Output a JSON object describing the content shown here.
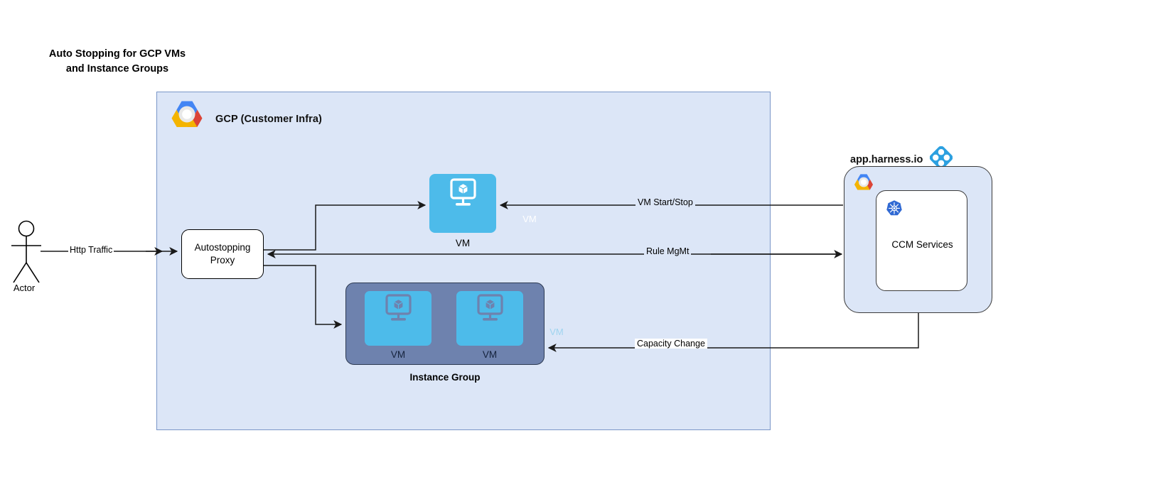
{
  "title": "Auto Stopping for GCP VMs\nand Instance Groups",
  "gcp_container": {
    "label": "GCP (Customer Infra)",
    "logo_icon": "gcp-logo-icon",
    "fill_color": "#dce6f7",
    "border_color": "#7a96c8"
  },
  "actor": {
    "label": "Actor",
    "icon": "stick-figure-actor-icon"
  },
  "proxy": {
    "label": "Autostopping\nProxy"
  },
  "vm_standalone": {
    "caption": "VM",
    "icon_label": "VM",
    "icon": "vm-monitor-cube-icon",
    "fill_color": "#4dbbea"
  },
  "instance_group": {
    "caption": "Instance Group",
    "fill_color": "#6e82ae",
    "border_color": "#2d3a52",
    "vms": [
      {
        "caption": "VM",
        "icon_label": "VM",
        "icon": "vm-monitor-cube-icon"
      },
      {
        "caption": "VM",
        "icon_label": "VM",
        "icon": "vm-monitor-cube-icon"
      }
    ]
  },
  "harness": {
    "title": "app.harness.io",
    "logo_icon": "harness-diamond-logo-icon",
    "gcp_logo_icon": "gcp-logo-icon",
    "panel_fill": "#dce6f7",
    "ccm": {
      "label": "CCM Services",
      "icon": "kubernetes-helm-icon"
    }
  },
  "edges": [
    {
      "name": "http-traffic",
      "label": "Http Traffic",
      "from": "actor",
      "to": "autostopping-proxy"
    },
    {
      "name": "vm-start-stop",
      "label": "VM Start/Stop",
      "from": "harness",
      "to": "vm-standalone"
    },
    {
      "name": "rule-mgmt",
      "label": "Rule MgMt",
      "from": "autostopping-proxy",
      "to": "harness"
    },
    {
      "name": "capacity-change",
      "label": "Capacity Change",
      "from": "harness",
      "to": "instance-group"
    },
    {
      "name": "proxy-to-vm",
      "label": "",
      "from": "autostopping-proxy",
      "to": "vm-standalone"
    },
    {
      "name": "proxy-to-ig",
      "label": "",
      "from": "autostopping-proxy",
      "to": "instance-group"
    }
  ],
  "colors": {
    "vm_blue": "#4dbbea",
    "instance_group_slate": "#6e82ae",
    "panel_blue": "#dce6f7",
    "harness_blue": "#2ca0e0",
    "k8s_blue": "#3069d3",
    "edge_black": "#1a1a1a"
  }
}
